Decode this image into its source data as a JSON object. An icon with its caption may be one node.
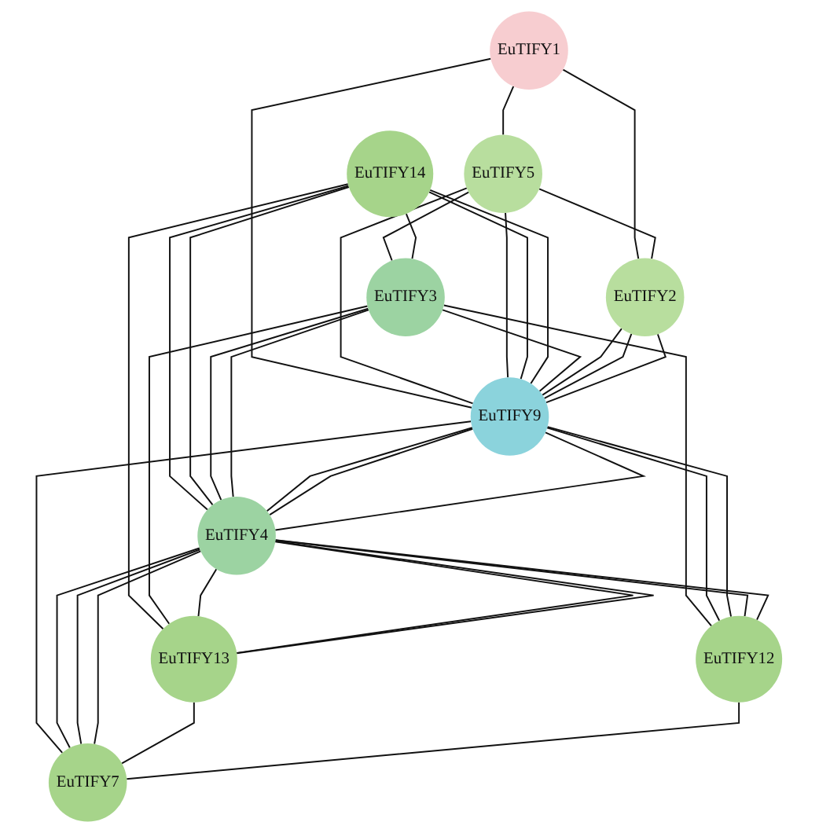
{
  "diagram": {
    "nodes": [
      {
        "text": [
          "EuTIFY14"
        ]
      },
      {
        "text": [
          "EuTIFY5"
        ]
      },
      {
        "text": [
          "EuTIFY1"
        ]
      },
      {
        "text": [
          "EuTIFY3"
        ]
      },
      {
        "text": [
          "EuTIFY9"
        ]
      },
      {
        "text": [
          "EuTIFY2"
        ]
      },
      {
        "text": [
          "EuTIFY4"
        ]
      },
      {
        "text": [
          "EuTIFY13"
        ]
      },
      {
        "text": [
          "EuTIFY12"
        ]
      },
      {
        "text": [
          "EuTIFY7"
        ]
      }
    ],
    "edges": [
      {
        "from": 2,
        "to": 1,
        "arrow": "none"
      },
      {
        "from": 2,
        "to": 4,
        "arrow": "none"
      },
      {
        "from": 2,
        "to": 5,
        "arrow": "none"
      },
      {
        "from": 1,
        "to": 3,
        "arrow": "none"
      },
      {
        "from": 1,
        "to": 5,
        "arrow": "none"
      },
      {
        "from": 1,
        "to": 4,
        "arrow": "none"
      },
      {
        "from": 1,
        "to": 4,
        "arrow": "none"
      },
      {
        "from": 0,
        "to": 4,
        "arrow": "none"
      },
      {
        "from": 0,
        "to": 4,
        "arrow": "none"
      },
      {
        "from": 0,
        "to": 6,
        "arrow": "none"
      },
      {
        "from": 0,
        "to": 6,
        "arrow": "none"
      },
      {
        "from": 0,
        "to": 7,
        "arrow": "none"
      },
      {
        "from": 0,
        "to": 3,
        "arrow": "none"
      },
      {
        "from": 3,
        "to": 4,
        "arrow": "none"
      },
      {
        "from": 3,
        "to": 8,
        "arrow": "none"
      },
      {
        "from": 3,
        "to": 6,
        "arrow": "none"
      },
      {
        "from": 3,
        "to": 6,
        "arrow": "none"
      },
      {
        "from": 3,
        "to": 7,
        "arrow": "none"
      },
      {
        "from": 5,
        "to": 4,
        "arrow": "none"
      },
      {
        "from": 5,
        "to": 4,
        "arrow": "none"
      },
      {
        "from": 5,
        "to": 4,
        "arrow": "none"
      },
      {
        "from": 4,
        "to": 6,
        "arrow": "none"
      },
      {
        "from": 4,
        "to": 6,
        "arrow": "none"
      },
      {
        "from": 4,
        "to": 6,
        "arrow": "none"
      },
      {
        "from": 4,
        "to": 9,
        "arrow": "none"
      },
      {
        "from": 4,
        "to": 8,
        "arrow": "none"
      },
      {
        "from": 4,
        "to": 8,
        "arrow": "none"
      },
      {
        "from": 6,
        "to": 8,
        "arrow": "none"
      },
      {
        "from": 6,
        "to": 8,
        "arrow": "none"
      },
      {
        "from": 6,
        "to": 7,
        "arrow": "none"
      },
      {
        "from": 6,
        "to": 7,
        "arrow": "none"
      },
      {
        "from": 6,
        "to": 7,
        "arrow": "none"
      },
      {
        "from": 6,
        "to": 9,
        "arrow": "none"
      },
      {
        "from": 6,
        "to": 9,
        "arrow": "none"
      },
      {
        "from": 6,
        "to": 9,
        "arrow": "none"
      },
      {
        "from": 7,
        "to": 9,
        "arrow": "none"
      },
      {
        "from": 8,
        "to": 9,
        "arrow": "none"
      }
    ]
  }
}
